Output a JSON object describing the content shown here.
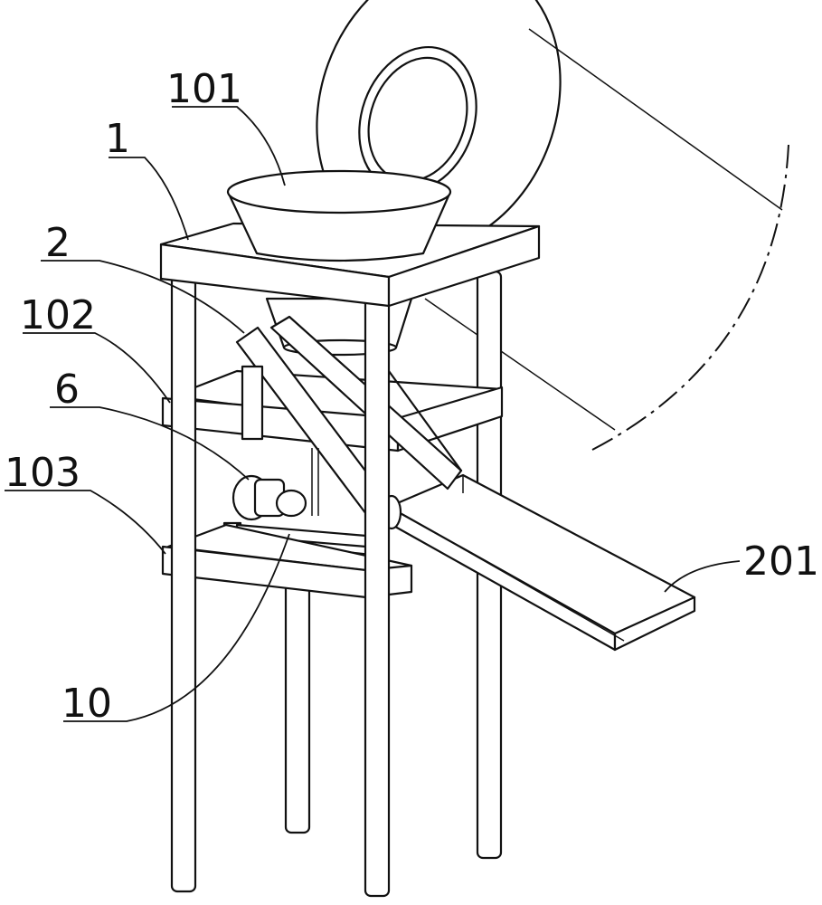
{
  "labels": {
    "main_frame": "1",
    "hopper": "101",
    "chute": "2",
    "upper_crossbar": "102",
    "motor": "6",
    "lower_crossbar": "103",
    "drive_belt": "10",
    "discharge_trough": "201"
  }
}
